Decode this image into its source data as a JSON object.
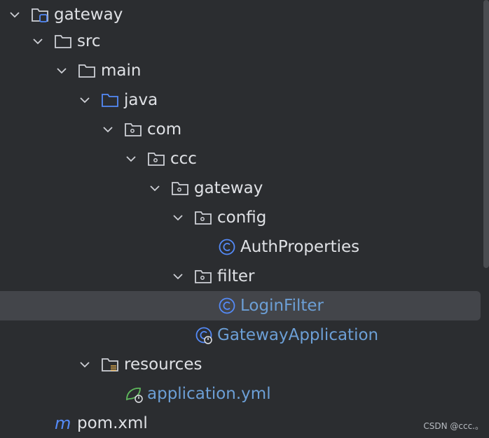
{
  "tree": {
    "nodes": [
      {
        "label": "gateway",
        "kind": "module",
        "expanded": true
      },
      {
        "label": "src",
        "kind": "folder",
        "expanded": true
      },
      {
        "label": "main",
        "kind": "folder",
        "expanded": true
      },
      {
        "label": "java",
        "kind": "source-folder",
        "expanded": true
      },
      {
        "label": "com",
        "kind": "package",
        "expanded": true
      },
      {
        "label": "ccc",
        "kind": "package",
        "expanded": true
      },
      {
        "label": "gateway",
        "kind": "package",
        "expanded": true
      },
      {
        "label": "config",
        "kind": "package",
        "expanded": true
      },
      {
        "label": "AuthProperties",
        "kind": "class"
      },
      {
        "label": "filter",
        "kind": "package",
        "expanded": true
      },
      {
        "label": "LoginFilter",
        "kind": "class",
        "selected": true
      },
      {
        "label": "GatewayApplication",
        "kind": "spring-boot-class"
      },
      {
        "label": "resources",
        "kind": "resources-folder",
        "expanded": true
      },
      {
        "label": "application.yml",
        "kind": "spring-config"
      },
      {
        "label": "pom.xml",
        "kind": "maven"
      }
    ]
  },
  "watermark": "CSDN @ccc.。",
  "colors": {
    "background": "#2b2d30",
    "selection": "#43454a",
    "text": "#dfe1e5",
    "modified_blue": "#6c9fd6",
    "class_icon": "#548af7",
    "folder_icon": "#ced0d6"
  }
}
